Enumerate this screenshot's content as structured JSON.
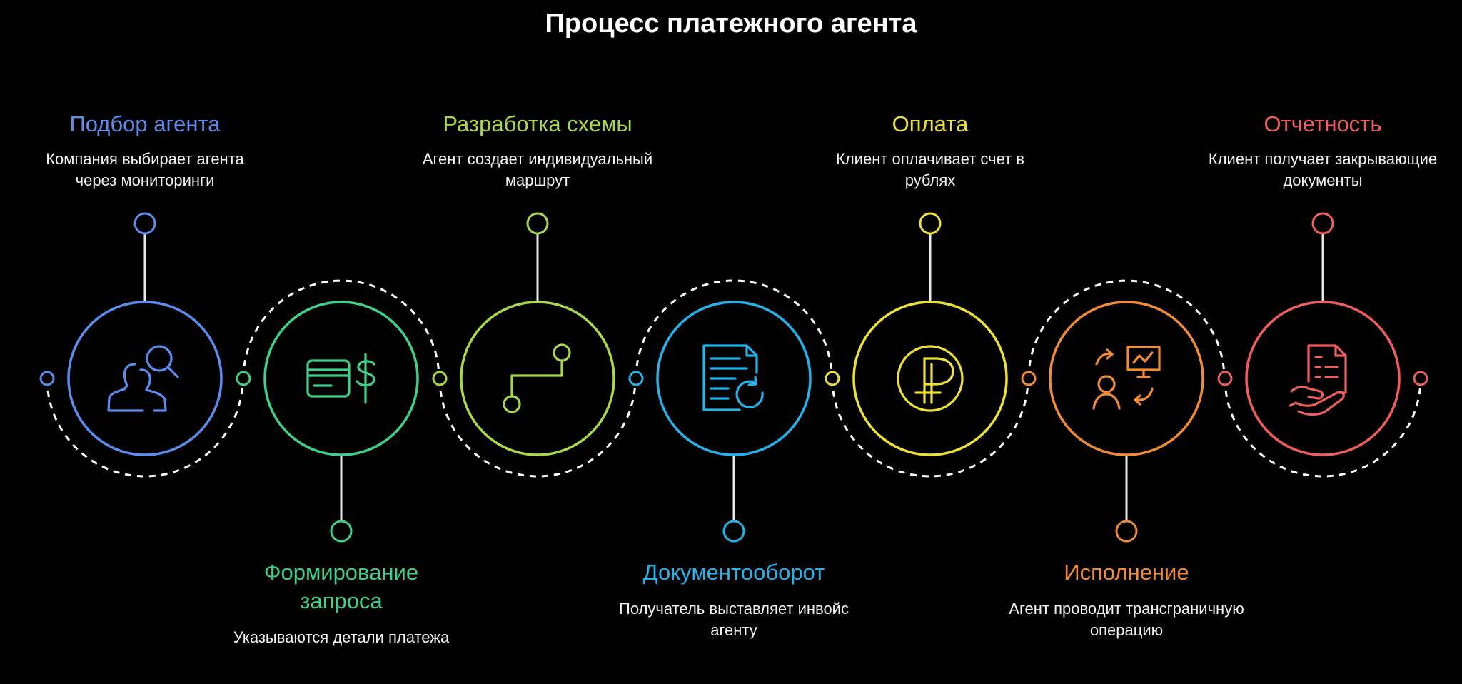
{
  "title": "Процесс платежного агента",
  "steps": [
    {
      "title": "Подбор агента",
      "desc": "Компания выбирает агента через мониторинги",
      "color": "#5b8def",
      "icon": "user-search-icon",
      "position": "top"
    },
    {
      "title": "Формирование запроса",
      "desc": "Указываются детали платежа",
      "color": "#3fd08a",
      "icon": "card-dollar-icon",
      "position": "bottom"
    },
    {
      "title": "Разработка схемы",
      "desc": "Агент создает индивидуальный маршрут",
      "color": "#a8d84a",
      "icon": "route-icon",
      "position": "top"
    },
    {
      "title": "Документооборот",
      "desc": "Получатель выставляет инвойс агенту",
      "color": "#22b3ea",
      "icon": "document-refresh-icon",
      "position": "bottom"
    },
    {
      "title": "Оплата",
      "desc": "Клиент оплачивает счет в рублях",
      "color": "#ede036",
      "icon": "ruble-coin-icon",
      "position": "top"
    },
    {
      "title": "Исполнение",
      "desc": "Агент проводит трансграничную операцию",
      "color": "#f28b35",
      "icon": "exchange-presentation-icon",
      "position": "bottom"
    },
    {
      "title": "Отчетность",
      "desc": "Клиент получает закрывающие документы",
      "color": "#ee5f5c",
      "icon": "document-hand-icon",
      "position": "top"
    }
  ]
}
